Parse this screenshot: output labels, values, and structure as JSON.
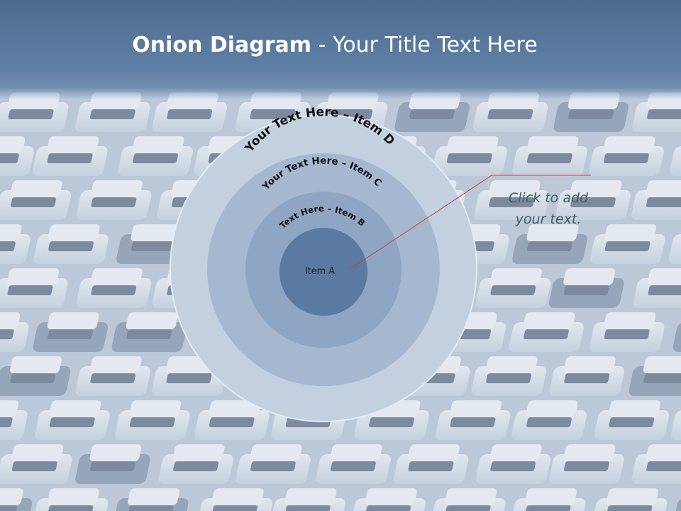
{
  "slide": {
    "title_bold": "Onion Diagram",
    "title_rest": " - Your Title Text Here",
    "callout_line1": "Click  to add",
    "callout_line2": "your text.",
    "background": "parked-cars-photo"
  },
  "diagram": {
    "type": "onion",
    "rings": [
      {
        "label": "Your Text Here – Item D",
        "color": "#c3d0e0"
      },
      {
        "label": "Your Text Here – Item C",
        "color": "#a6b8d0"
      },
      {
        "label": "Text Here – Item B",
        "color": "#8ea6c4"
      },
      {
        "label": "Item A",
        "color": "#5b7aa2"
      }
    ],
    "connector_color": "#d23c3c"
  }
}
